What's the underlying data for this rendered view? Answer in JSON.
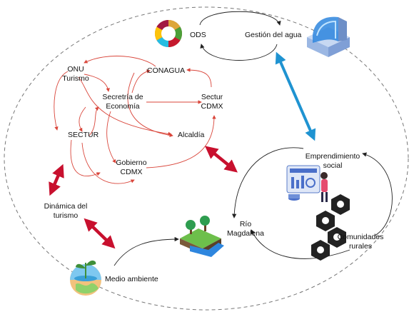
{
  "nodes": {
    "ods": "ODS",
    "gestion_agua": "Gestión del agua",
    "conagua": "CONAGUA",
    "onu_turismo_1": "ONU",
    "onu_turismo_2": "Turismo",
    "secretaria_1": "Secretría de",
    "secretaria_2": "Economía",
    "sectur_cdmx_1": "Sectur",
    "sectur_cdmx_2": "CDMX",
    "sectur": "SECTUR",
    "alcaldia": "Alcaldía",
    "gobierno_1": "Gobierno",
    "gobierno_2": "CDMX",
    "emprendimiento_1": "Emprendimiento",
    "emprendimiento_2": "social",
    "dinamica_1": "Dinámica del",
    "dinamica_2": "turismo",
    "rio_1": "Río",
    "rio_2": "Magdalena",
    "comunidades_1": "Comunidades",
    "comunidades_2": "rurales",
    "medio_ambiente": "Medio ambiente"
  },
  "colors": {
    "red_line": "#d9453a",
    "bold_red": "#c8102e",
    "blue_arrow": "#1f93d1",
    "black_line": "#222222",
    "dashed_ellipse": "#777777"
  },
  "icons": [
    "sdg-wheel-icon",
    "water-fountain-icon",
    "entrepreneur-dashboard-icon",
    "hexagon-network-icon",
    "river-island-icon",
    "earth-plant-icon"
  ]
}
